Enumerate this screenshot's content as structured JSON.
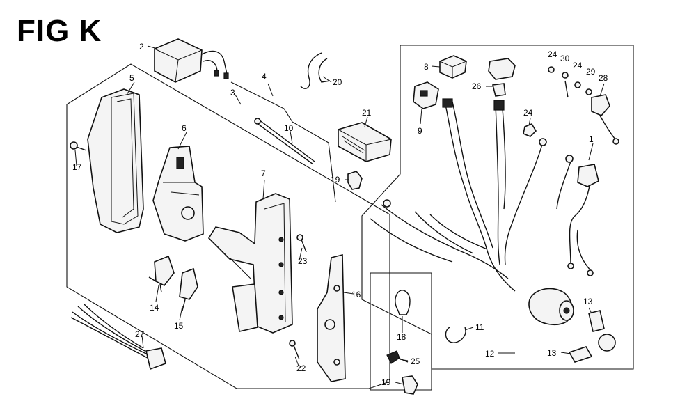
{
  "title": "FIG K",
  "callouts": [
    "1",
    "2",
    "3",
    "4",
    "5",
    "6",
    "7",
    "8",
    "9",
    "10",
    "11",
    "12",
    "13",
    "13",
    "14",
    "15",
    "16",
    "17",
    "18",
    "19",
    "19",
    "20",
    "21",
    "22",
    "23",
    "24",
    "24",
    "24",
    "25",
    "26",
    "27",
    "28",
    "29",
    "30"
  ]
}
